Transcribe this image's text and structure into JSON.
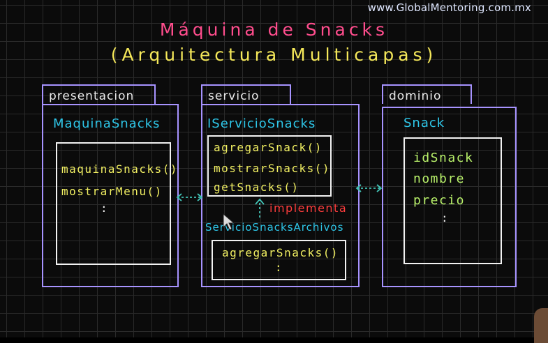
{
  "watermark": "www.GlobalMentoring.com.mx",
  "title": {
    "line1": "Máquina de Snacks",
    "line2": "(Arquitectura Multicapas)"
  },
  "packages": {
    "presentacion": {
      "label": "presentacion",
      "class_name": "MaquinaSnacks",
      "methods": [
        "maquinaSnacks()",
        "mostrarMenu()"
      ],
      "more": ":"
    },
    "servicio": {
      "label": "servicio",
      "interface_name": "IServicioSnacks",
      "interface_methods": [
        "agregarSnack()",
        "mostrarSnacks()",
        "getSnacks()"
      ],
      "relation_label": "implementa",
      "impl_name": "ServicioSnacksArchivos",
      "impl_methods": [
        "agregarSnacks()"
      ],
      "impl_more": ":"
    },
    "dominio": {
      "label": "dominio",
      "class_name": "Snack",
      "attributes": [
        "idSnack",
        "nombre",
        "precio"
      ],
      "more": ":"
    }
  },
  "colors": {
    "package_border": "#a793ff",
    "class_name": "#2ec6e8",
    "method_text": "#f1ef62",
    "attribute_text": "#b8f06a",
    "relation_label": "#ff3d3d",
    "title": "#ff4d8d"
  }
}
